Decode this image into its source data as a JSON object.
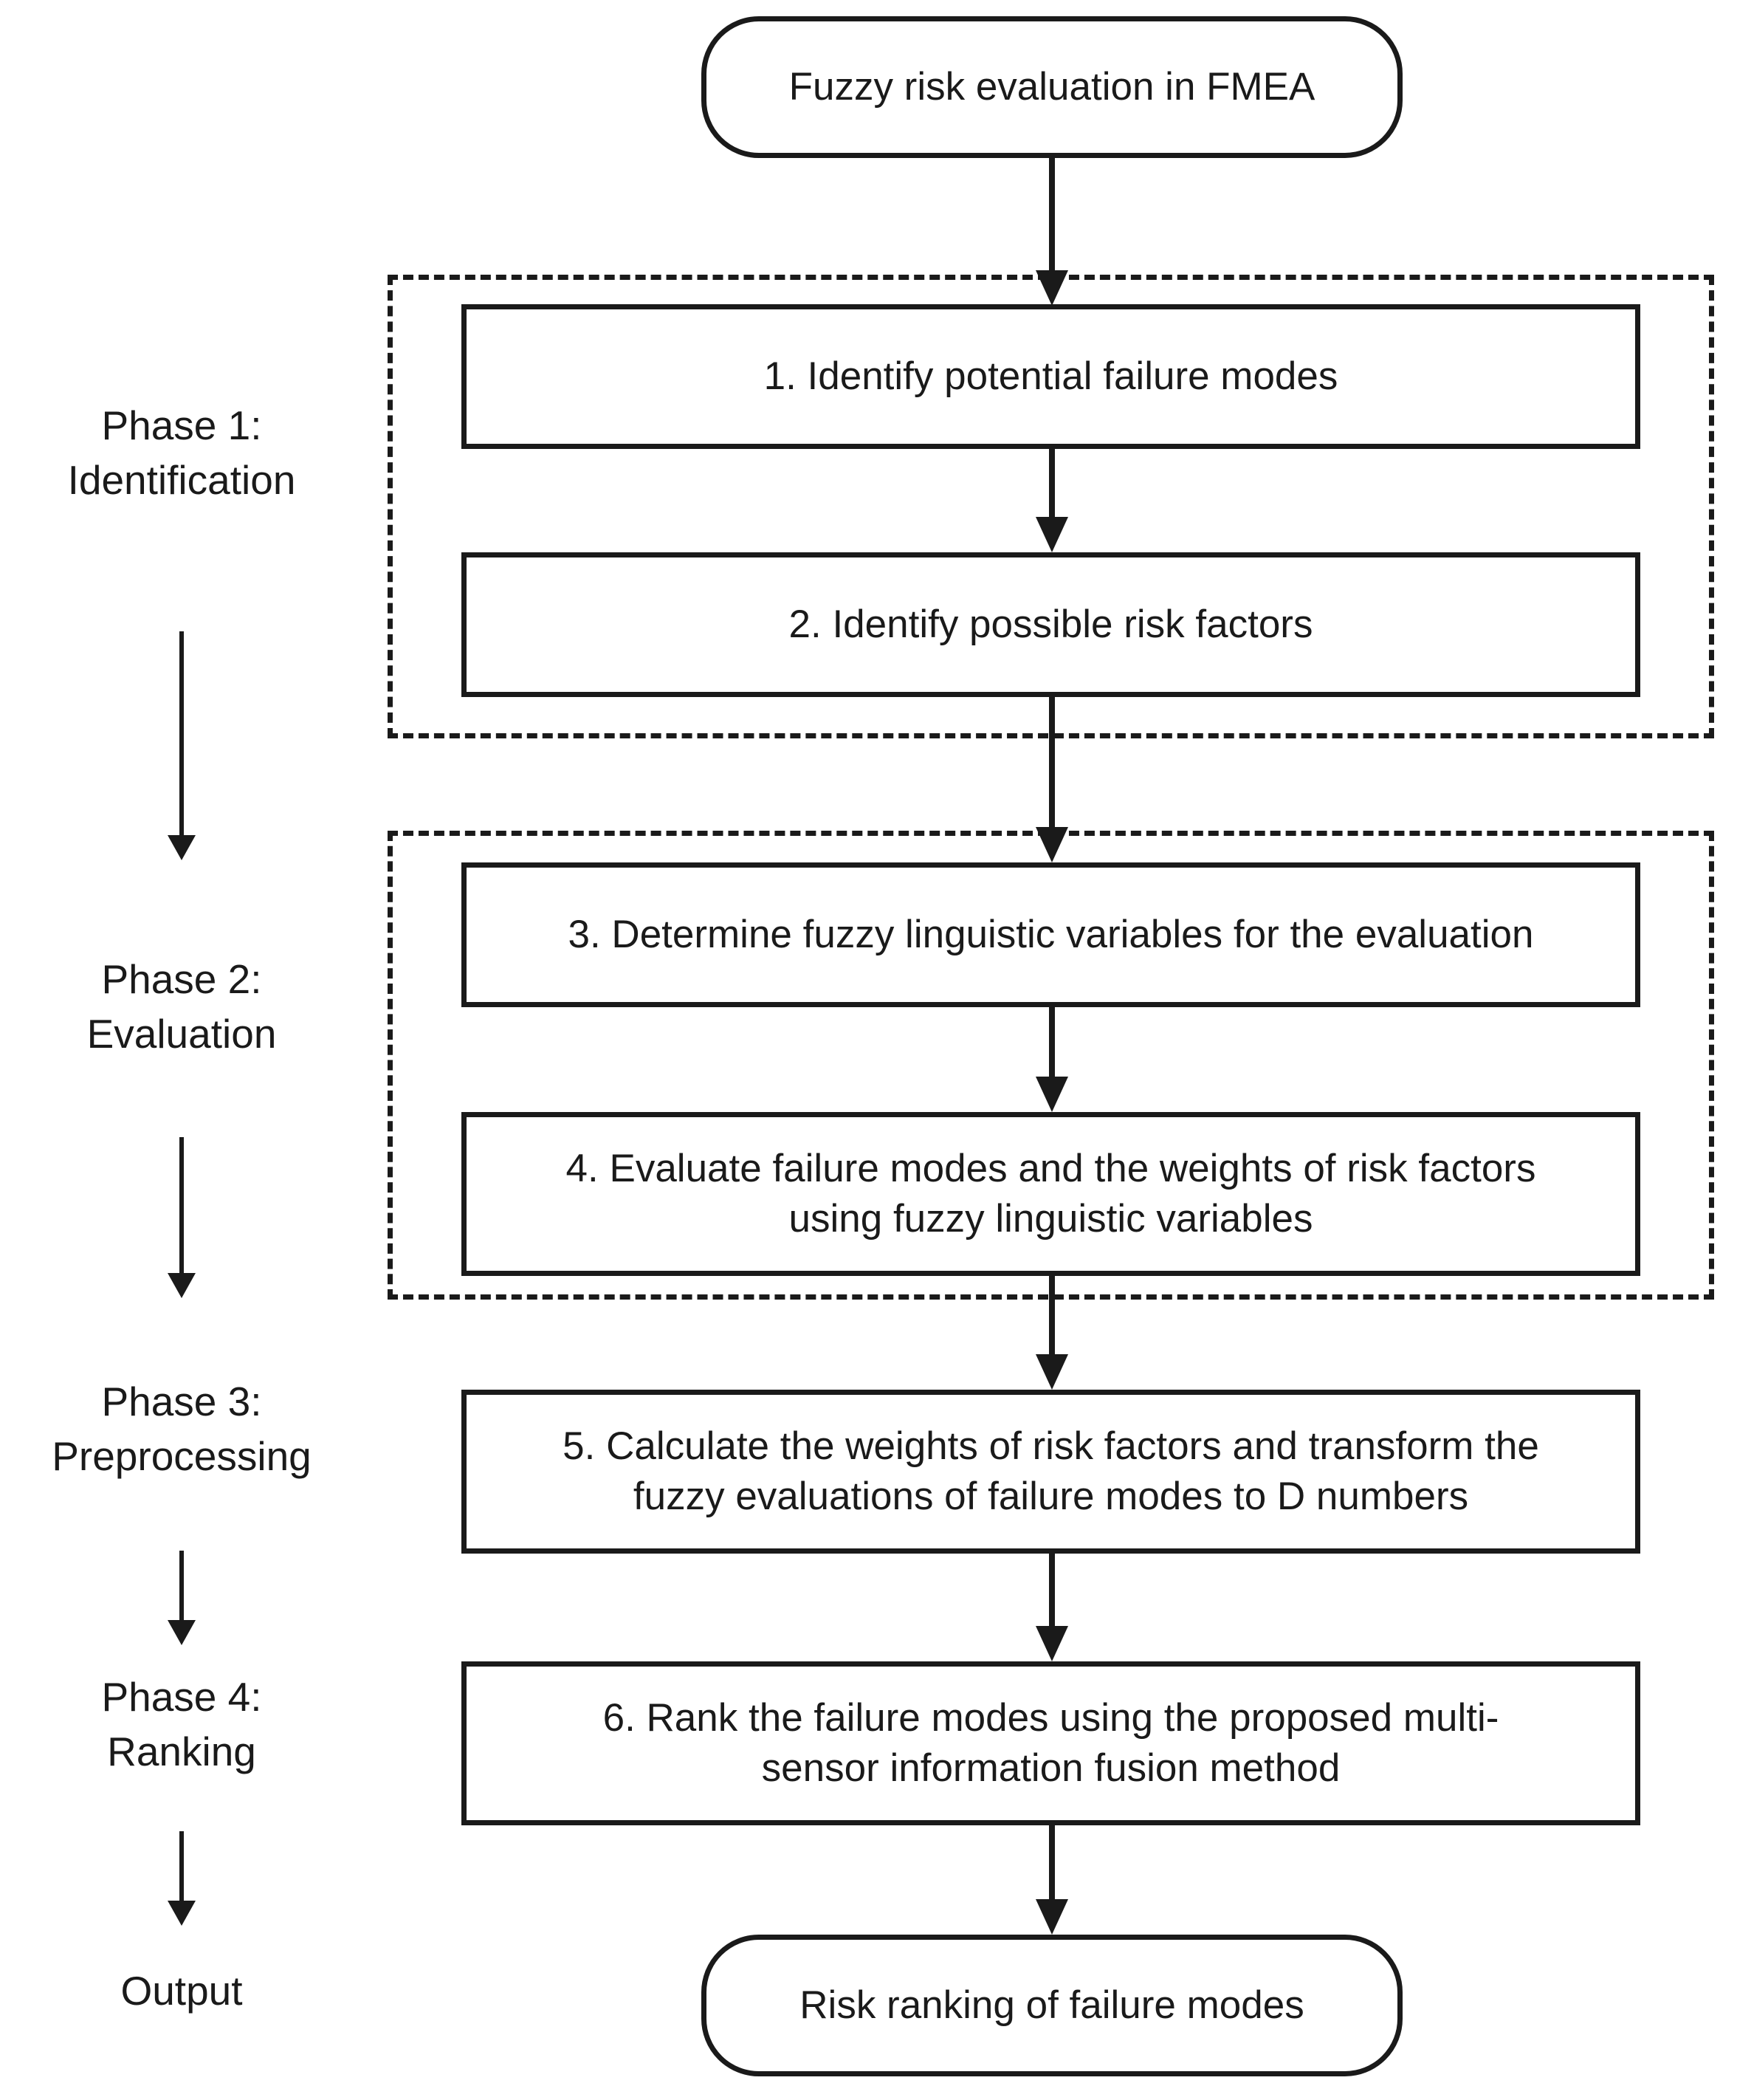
{
  "diagram": {
    "title_node": "Fuzzy risk evaluation in FMEA",
    "output_node": "Risk ranking of failure modes"
  },
  "phases": [
    {
      "line1": "Phase 1:",
      "line2": "Identification"
    },
    {
      "line1": "Phase 2:",
      "line2": "Evaluation"
    },
    {
      "line1": "Phase 3:",
      "line2": "Preprocessing"
    },
    {
      "line1": "Phase 4:",
      "line2": "Ranking"
    },
    {
      "line1": "Output",
      "line2": ""
    }
  ],
  "steps": [
    {
      "id": 1,
      "line1": "1. Identify potential failure modes",
      "line2": ""
    },
    {
      "id": 2,
      "line1": "2. Identify possible risk factors",
      "line2": ""
    },
    {
      "id": 3,
      "line1": "3. Determine fuzzy linguistic variables for the evaluation",
      "line2": ""
    },
    {
      "id": 4,
      "line1": "4. Evaluate failure modes and the weights of risk factors",
      "line2": "using fuzzy linguistic variables"
    },
    {
      "id": 5,
      "line1": "5. Calculate the weights of risk factors and transform the",
      "line2": "fuzzy evaluations of failure modes to D numbers"
    },
    {
      "id": 6,
      "line1": "6. Rank the failure modes using the proposed multi-",
      "line2": "sensor information fusion method"
    }
  ],
  "colors": {
    "stroke": "#1a1a1a",
    "background": "#ffffff"
  }
}
